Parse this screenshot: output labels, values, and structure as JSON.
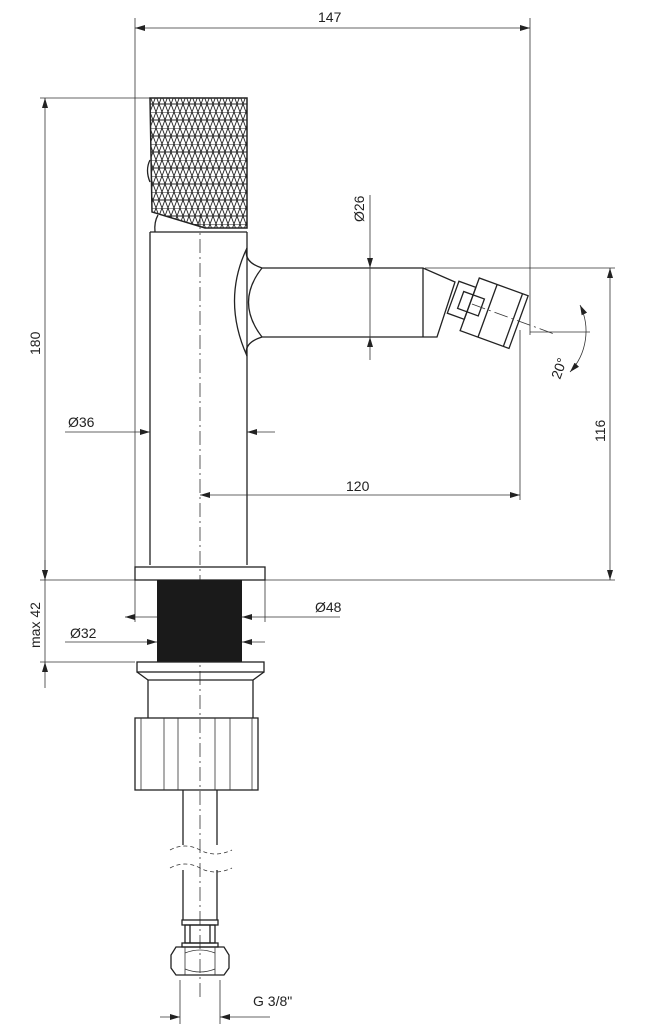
{
  "dimensions": {
    "total_width": "147",
    "total_height": "180",
    "spout_diameter": "Ø26",
    "body_diameter": "Ø36",
    "spout_reach": "120",
    "spout_height": "116",
    "aerator_angle": "20°",
    "base_diameter": "Ø48",
    "thread_diameter": "Ø32",
    "max_mount_thickness": "max 42",
    "hose_connection": "G 3/8\""
  }
}
